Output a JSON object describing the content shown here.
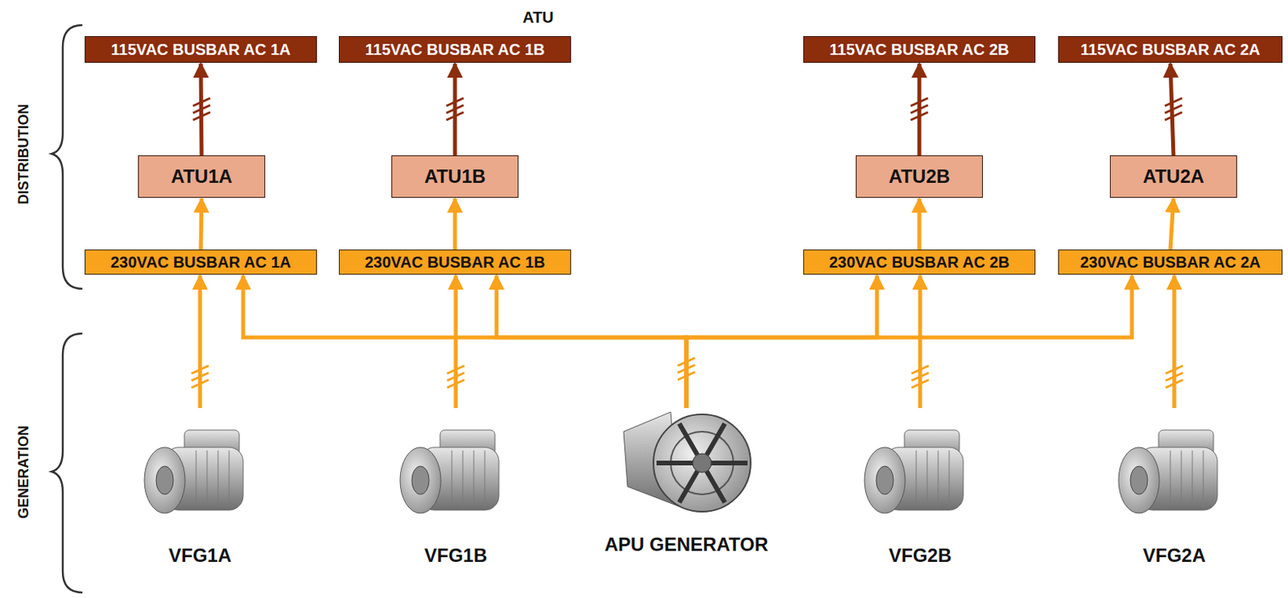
{
  "diagram": {
    "nodes": [
      {
        "text": [
          "115VAC BUSBAR AC 1A"
        ]
      },
      {
        "text": [
          "115VAC BUSBAR AC 1B"
        ]
      },
      {
        "text": [
          "115VAC BUSBAR AC 2B"
        ]
      },
      {
        "text": [
          "115VAC BUSBAR AC 2A"
        ]
      },
      {
        "text": [
          "ATU1A"
        ]
      },
      {
        "text": [
          "ATU1B"
        ]
      },
      {
        "text": [
          "ATU2B"
        ]
      },
      {
        "text": [
          "ATU2A"
        ]
      },
      {
        "text": [
          "230VAC BUSBAR AC 1A"
        ]
      },
      {
        "text": [
          "230VAC BUSBAR AC 1B"
        ]
      },
      {
        "text": [
          "230VAC BUSBAR AC 2B"
        ]
      },
      {
        "text": [
          "230VAC BUSBAR AC 2A"
        ]
      },
      {
        "text": [
          "VFG1A"
        ]
      },
      {
        "text": [
          "VFG1B"
        ]
      },
      {
        "text": [
          "APU GENERATOR"
        ]
      },
      {
        "text": [
          "VFG2B"
        ]
      },
      {
        "text": [
          "VFG2A"
        ]
      }
    ],
    "edges": [
      {
        "from": 4,
        "to": 0,
        "arrow": "to"
      },
      {
        "from": 5,
        "to": 1,
        "arrow": "to"
      },
      {
        "from": 6,
        "to": 2,
        "arrow": "to"
      },
      {
        "from": 7,
        "to": 3,
        "arrow": "to"
      },
      {
        "from": 8,
        "to": 4,
        "arrow": "to"
      },
      {
        "from": 9,
        "to": 5,
        "arrow": "to"
      },
      {
        "from": 10,
        "to": 6,
        "arrow": "to"
      },
      {
        "from": 11,
        "to": 7,
        "arrow": "to"
      },
      {
        "from": 12,
        "to": 8,
        "arrow": "to"
      },
      {
        "from": 13,
        "to": 9,
        "arrow": "to"
      },
      {
        "from": 15,
        "to": 10,
        "arrow": "to"
      },
      {
        "from": 16,
        "to": 11,
        "arrow": "to"
      },
      {
        "from": 14,
        "to": 8,
        "arrow": "to"
      },
      {
        "from": 14,
        "to": 9,
        "arrow": "to"
      },
      {
        "from": 14,
        "to": 10,
        "arrow": "to"
      },
      {
        "from": 14,
        "to": 11,
        "arrow": "to"
      }
    ],
    "labels": [
      "ATU",
      "DISTRIBUTION",
      "GENERATION"
    ]
  }
}
